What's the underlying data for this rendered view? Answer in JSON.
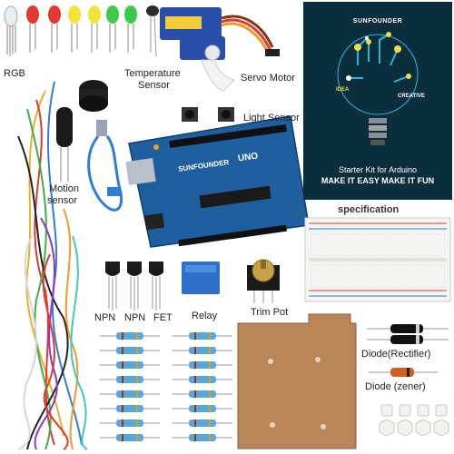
{
  "labels": {
    "rgb": "RGB",
    "temperature_sensor_line1": "Temperature",
    "temperature_sensor_line2": "Sensor",
    "servo_motor": "Servo Motor",
    "light_sensor": "Light Sensor",
    "motion_sensor_line1": "Motion",
    "motion_sensor_line2": "sensor",
    "specification": "specification",
    "npn_1": "NPN",
    "npn_2": "NPN",
    "fet": "FET",
    "relay": "Relay",
    "trim_pot": "Trim Pot",
    "diode_rectifier": "Diode(Rectifier)",
    "diode_zener": "Diode (zener)"
  },
  "board": {
    "brand": "SUNFOUNDER",
    "model": "UNO"
  },
  "cover": {
    "brand": "SUNFOUNDER",
    "word_idea": "IDEA",
    "word_creative": "CREATIVE",
    "line1": "Starter Kit for Arduino",
    "line2": "MAKE IT EASY MAKE IT FUN"
  },
  "colors": {
    "board_blue": "#1f5fa0",
    "cover_bg": "#0b2e3d",
    "led_red": "#e23a2e",
    "led_yellow": "#f2e23a",
    "led_green": "#3cc84a",
    "resistor_blue": "#5aa6d8",
    "relay_blue": "#2f6fc8",
    "acrylic_brown": "#b9865a"
  }
}
